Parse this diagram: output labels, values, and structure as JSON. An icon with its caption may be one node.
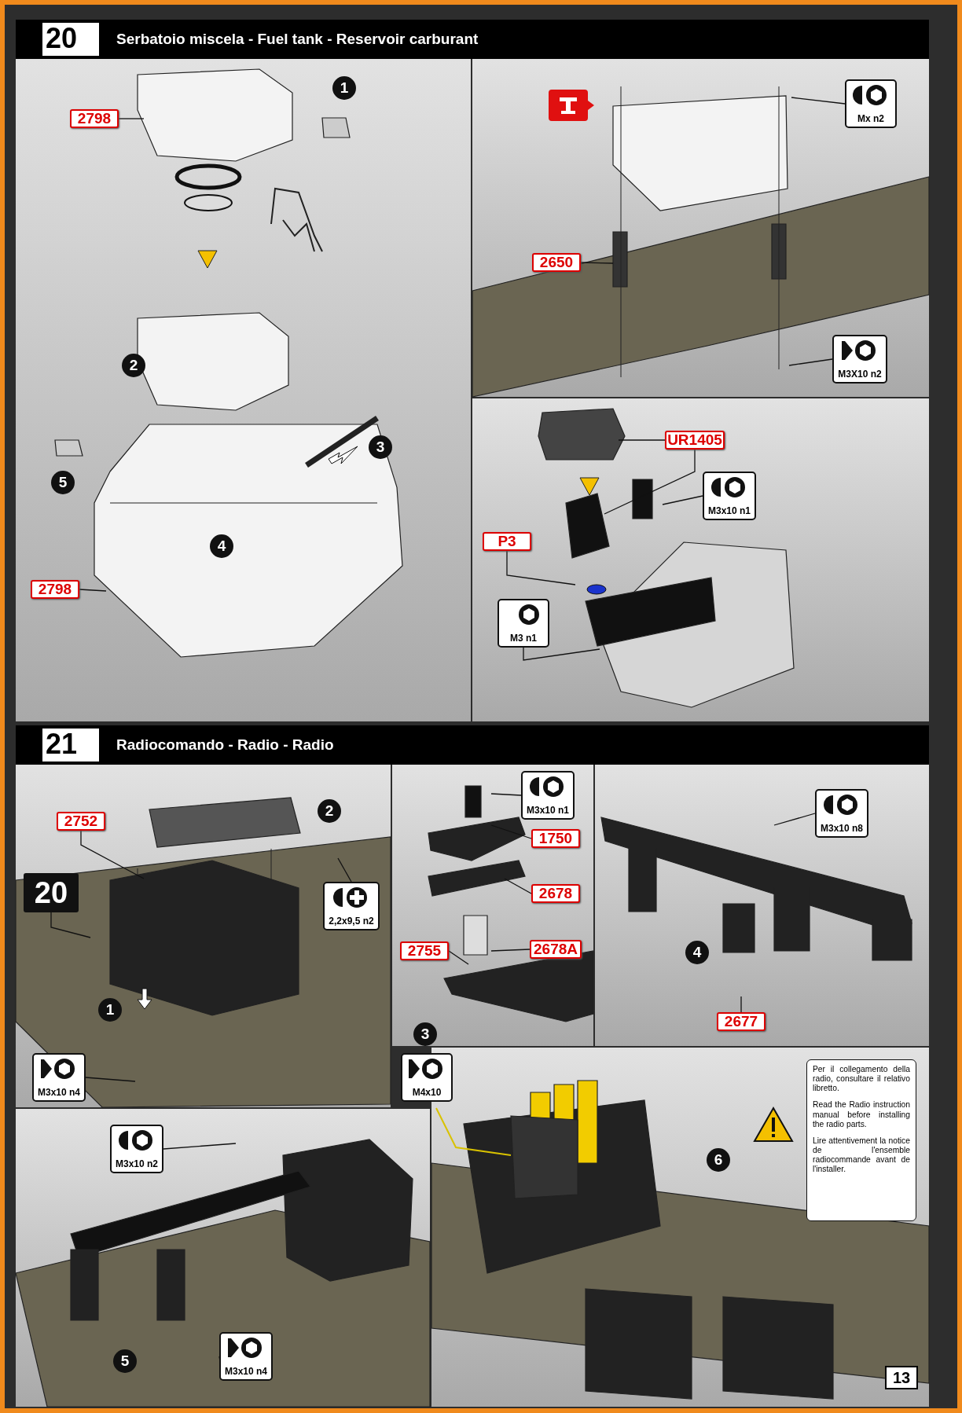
{
  "diagram": {
    "nodes": [
      {
        "text": [
          "2798"
        ]
      },
      {
        "text": [
          "1"
        ]
      },
      {
        "text": [
          "2"
        ]
      },
      {
        "text": [
          "3"
        ]
      },
      {
        "text": [
          "4"
        ]
      },
      {
        "text": [
          "5"
        ]
      },
      {
        "text": [
          "2798"
        ]
      },
      {
        "text": [
          "2650"
        ]
      },
      {
        "text": [
          "Mx n2"
        ]
      },
      {
        "text": [
          "M3X10 n2"
        ]
      },
      {
        "text": [
          "UR1405"
        ]
      },
      {
        "text": [
          "M3x10 n1"
        ]
      },
      {
        "text": [
          "P3"
        ]
      },
      {
        "text": [
          "M3 n1"
        ]
      },
      {
        "text": [
          "2752"
        ]
      },
      {
        "text": [
          "2"
        ]
      },
      {
        "text": [
          "20"
        ]
      },
      {
        "text": [
          "2,2x9,5 n2"
        ]
      },
      {
        "text": [
          "1"
        ]
      },
      {
        "text": [
          "M3x10 n4"
        ]
      },
      {
        "text": [
          "M3x10 n1"
        ]
      },
      {
        "text": [
          "1750"
        ]
      },
      {
        "text": [
          "2678"
        ]
      },
      {
        "text": [
          "2755"
        ]
      },
      {
        "text": [
          "2678A"
        ]
      },
      {
        "text": [
          "3"
        ]
      },
      {
        "text": [
          "M4x10"
        ]
      },
      {
        "text": [
          "M3x10 n8"
        ]
      },
      {
        "text": [
          "4"
        ]
      },
      {
        "text": [
          "2677"
        ]
      },
      {
        "text": [
          "M3x10 n2"
        ]
      },
      {
        "text": [
          "5"
        ]
      },
      {
        "text": [
          "M3x10 n4"
        ]
      },
      {
        "text": [
          "6"
        ]
      },
      {
        "text": [
          "Per il collegamento della radio, consultare il relativo libretto.",
          "Read the Radio instruction manual before installing the radio parts.",
          "Lire attentivement la notice de l'ensemble radiocommande avant de l'installer."
        ]
      }
    ],
    "edges": [
      {
        "from": 0,
        "to": null,
        "arrow": "none"
      },
      {
        "from": 6,
        "to": null,
        "arrow": "none"
      },
      {
        "from": 7,
        "to": null,
        "arrow": "none"
      },
      {
        "from": 8,
        "to": null,
        "arrow": "none"
      },
      {
        "from": 9,
        "to": null,
        "arrow": "none"
      },
      {
        "from": 10,
        "to": null,
        "arrow": "none"
      },
      {
        "from": 10,
        "to": null,
        "arrow": "none"
      },
      {
        "from": 11,
        "to": null,
        "arrow": "none"
      },
      {
        "from": 12,
        "to": null,
        "arrow": "none"
      },
      {
        "from": 13,
        "to": null,
        "arrow": "none"
      },
      {
        "from": 14,
        "to": null,
        "arrow": "none"
      },
      {
        "from": 16,
        "to": null,
        "arrow": "none"
      },
      {
        "from": 17,
        "to": null,
        "arrow": "none"
      },
      {
        "from": 19,
        "to": null,
        "arrow": "none"
      },
      {
        "from": 20,
        "to": null,
        "arrow": "none"
      },
      {
        "from": 21,
        "to": null,
        "arrow": "none"
      },
      {
        "from": 22,
        "to": null,
        "arrow": "none"
      },
      {
        "from": 23,
        "to": null,
        "arrow": "none"
      },
      {
        "from": 24,
        "to": null,
        "arrow": "none"
      },
      {
        "from": 27,
        "to": null,
        "arrow": "none"
      },
      {
        "from": 29,
        "to": null,
        "arrow": "none"
      },
      {
        "from": 30,
        "to": null,
        "arrow": "none"
      },
      {
        "from": 32,
        "to": null,
        "arrow": "none"
      }
    ],
    "labels": [
      "20",
      "Serbatoio miscela - Fuel tank - Reservoir carburant",
      "21",
      "Radiocomando - Radio - Radio",
      "13"
    ]
  }
}
